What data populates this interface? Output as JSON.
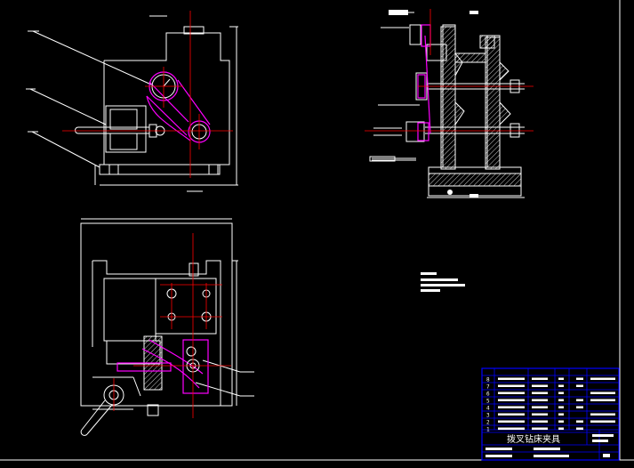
{
  "drawing": {
    "title_block_name": "拨叉钻床夹具",
    "parts_row_numbers": [
      "8",
      "7",
      "6",
      "5",
      "4",
      "3",
      "2",
      "1"
    ],
    "colors": {
      "background": "#000000",
      "outline": "#ffffff",
      "centerline": "#ff0000",
      "highlight": "#ff00ff",
      "frame": "#0000ff",
      "hatch": "#ffffff"
    }
  }
}
